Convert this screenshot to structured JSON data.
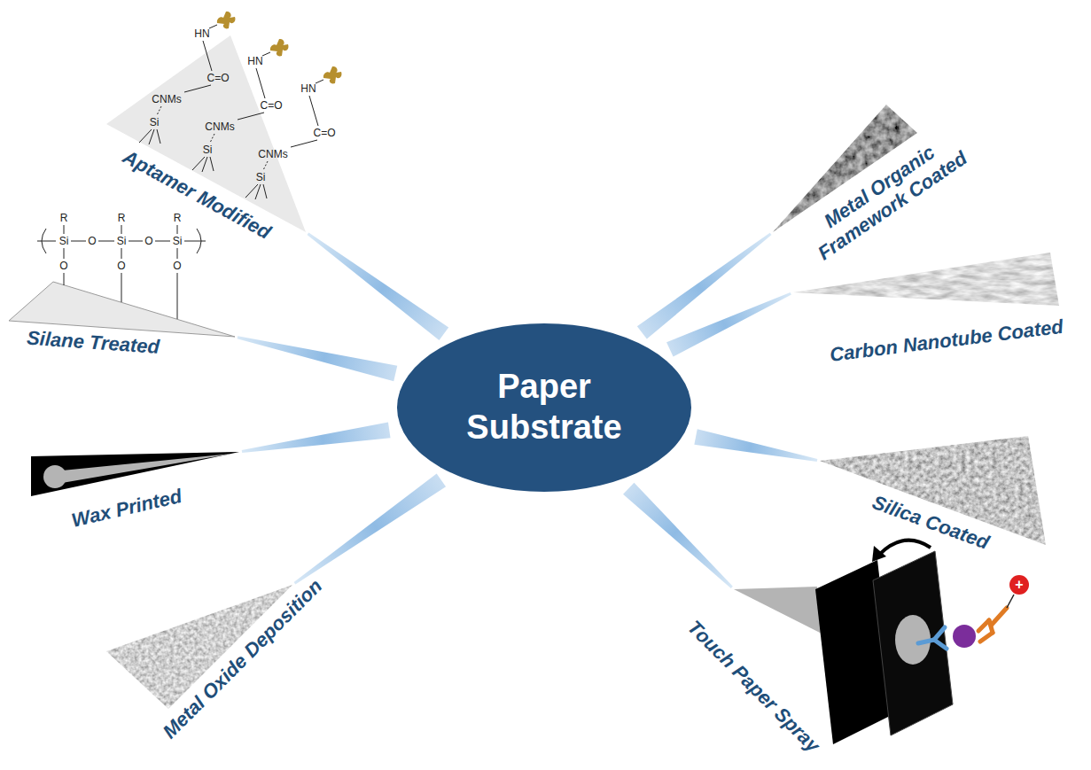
{
  "diagram": {
    "nodes": [
      {
        "text": [
          "Paper Substrate"
        ]
      },
      {
        "text": [
          "Aptamer Modified"
        ]
      },
      {
        "text": [
          "Silane Treated"
        ]
      },
      {
        "text": [
          "Wax Printed"
        ]
      },
      {
        "text": [
          "Metal Oxide Deposition"
        ]
      },
      {
        "text": [
          "Metal Organic Framework Coated"
        ]
      },
      {
        "text": [
          "Carbon Nanotube Coated"
        ]
      },
      {
        "text": [
          "Silica Coated"
        ]
      },
      {
        "text": [
          "Touch Paper Spray"
        ]
      }
    ],
    "edges": [
      {
        "from": 0,
        "to": 1,
        "arrow": "none"
      },
      {
        "from": 0,
        "to": 2,
        "arrow": "none"
      },
      {
        "from": 0,
        "to": 3,
        "arrow": "none"
      },
      {
        "from": 0,
        "to": 4,
        "arrow": "none"
      },
      {
        "from": 0,
        "to": 5,
        "arrow": "none"
      },
      {
        "from": 0,
        "to": 6,
        "arrow": "none"
      },
      {
        "from": 0,
        "to": 7,
        "arrow": "none"
      },
      {
        "from": 0,
        "to": 8,
        "arrow": "none"
      }
    ],
    "labels": [
      "HN",
      "C=O",
      "CNMs",
      "Si",
      "HN",
      "C=O",
      "CNMs",
      "Si",
      "HN",
      "C=O",
      "CNMs",
      "Si",
      "R",
      "R",
      "R",
      "Si",
      "O",
      "Si",
      "O",
      "Si",
      "O",
      "O",
      "O",
      "+"
    ]
  }
}
